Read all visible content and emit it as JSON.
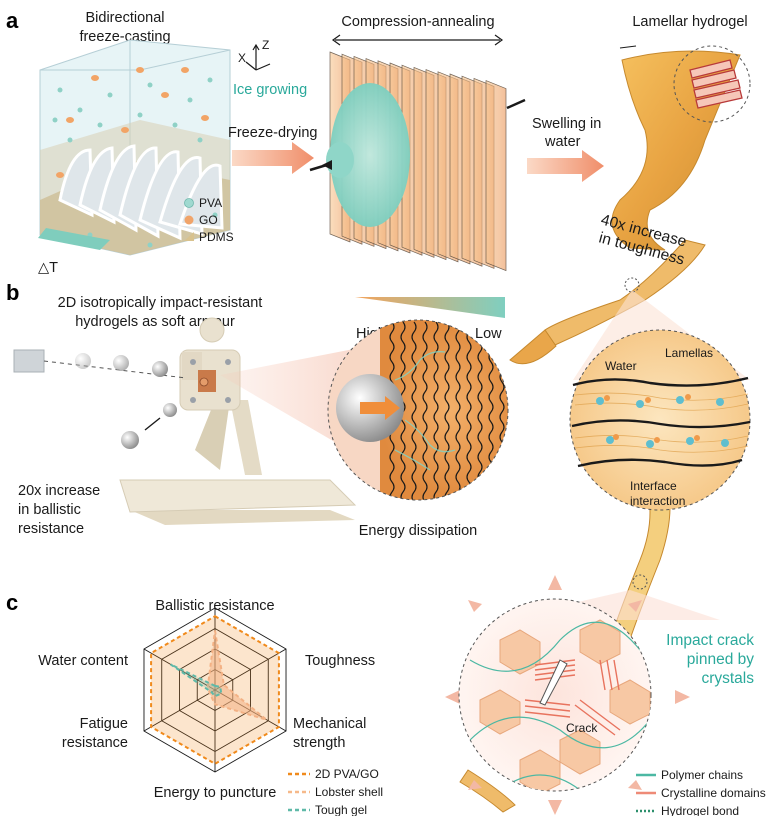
{
  "panels": {
    "a": "a",
    "b": "b",
    "c": "c"
  },
  "panel_a": {
    "step1_line1": "Bidirectional",
    "step1_line2": "freeze-casting",
    "step2": "Compression-annealing",
    "step3": "Lamellar hydrogel",
    "arrow1": "Freeze-drying",
    "arrow2_line1": "Swelling in",
    "arrow2_line2": "water",
    "ice": "Ice growing",
    "axis_x": "X",
    "axis_z": "Z",
    "delta_t": "△T",
    "legend": [
      {
        "label": "PVA",
        "color": "#9fd9d0"
      },
      {
        "label": "GO",
        "color": "#f0a46a"
      },
      {
        "label": "PDMS",
        "color": "#d8c28e"
      }
    ],
    "toughness_line1": "40x increase",
    "toughness_line2": "in toughness"
  },
  "zoom_lamellas": {
    "water": "Water",
    "lamellas": "Lamellas",
    "interface_line1": "Interface",
    "interface_line2": "interaction"
  },
  "panel_b": {
    "title_line1": "2D isotropically impact-resistant",
    "title_line2": "hydrogels as soft armour",
    "high": "High",
    "low": "Low",
    "ballistic_line1": "20x increase",
    "ballistic_line2": "in ballistic",
    "ballistic_line3": "resistance",
    "energy": "Energy dissipation"
  },
  "panel_c": {
    "axes": [
      {
        "line1": "Ballistic resistance",
        "line2": ""
      },
      {
        "line1": "Toughness",
        "line2": ""
      },
      {
        "line1": "Mechanical",
        "line2": "strength"
      },
      {
        "line1": "Energy to puncture",
        "line2": ""
      },
      {
        "line1": "Fatigue",
        "line2": "resistance"
      },
      {
        "line1": "Water content",
        "line2": ""
      }
    ],
    "legend": [
      {
        "label": "2D PVA/GO",
        "color": "#f08a1c"
      },
      {
        "label": "Lobster shell",
        "color": "#f6b98a"
      },
      {
        "label": "Tough gel",
        "color": "#5fb9a8"
      }
    ]
  },
  "crack_zoom": {
    "impact_line1": "Impact crack",
    "impact_line2": "pinned by",
    "impact_line3": "crystals",
    "crack": "Crack",
    "legend": [
      {
        "label": "Polymer chains",
        "color": "#4cb8a3"
      },
      {
        "label": "Crystalline domains",
        "color": "#ee8a77"
      },
      {
        "label": "Hydrogel bond",
        "color": "#2c8f6c"
      }
    ]
  },
  "chart_data": {
    "type": "radar",
    "axes": [
      "Ballistic resistance",
      "Toughness",
      "Mechanical strength",
      "Energy to puncture",
      "Fatigue resistance",
      "Water content"
    ],
    "rmax": 4,
    "rings": 4,
    "series": [
      {
        "name": "2D PVA/GO",
        "values": [
          3.6,
          3.6,
          3.6,
          3.6,
          3.6,
          3.6
        ],
        "color": "#f08a1c",
        "dash": true
      },
      {
        "name": "Lobster shell",
        "values": [
          2.9,
          0.5,
          2.9,
          0.7,
          0.3,
          0.4
        ],
        "color": "#f3b184",
        "dash": true
      },
      {
        "name": "Tough gel",
        "values": [
          0.2,
          0.3,
          0.35,
          0.3,
          0.2,
          2.5
        ],
        "color": "#5fb9a8",
        "dash": true
      }
    ]
  }
}
